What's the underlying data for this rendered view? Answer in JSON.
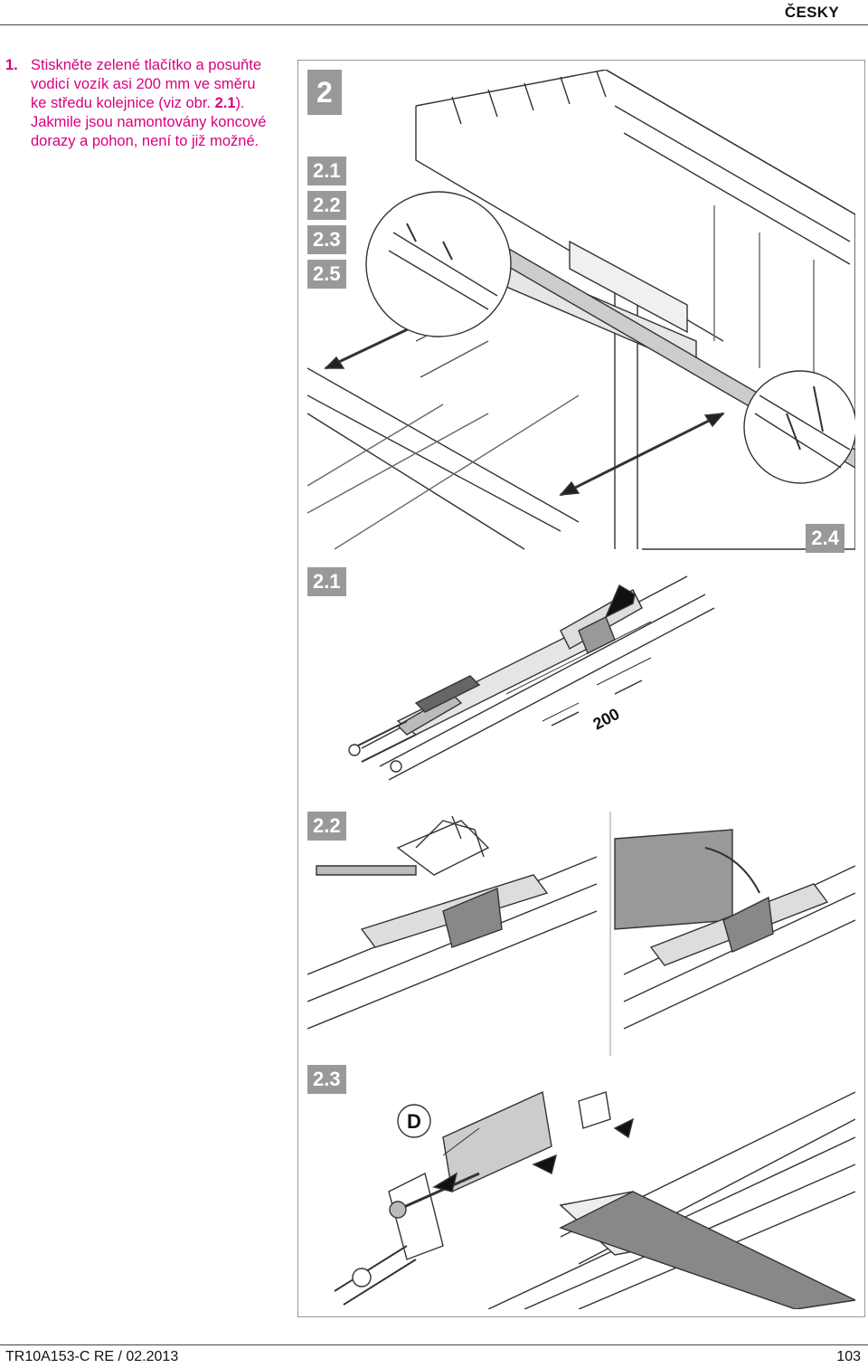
{
  "header": {
    "language": "ČESKY"
  },
  "instruction": {
    "number": "1.",
    "line1": "Stiskněte zelené tlačítko a posuňte",
    "line2": "vodicí vozík asi 200 mm ve směru",
    "line3_pre": "ke středu kolejnice (viz obr. ",
    "line3_ref": "2.1",
    "line3_post": ").",
    "line4": "Jakmile jsou namontovány koncové",
    "line5": "dorazy a pohon, není to již možné."
  },
  "figure": {
    "main_tag": "2",
    "sub_tags": [
      "2.1",
      "2.2",
      "2.3",
      "2.5"
    ],
    "tag_2_4": "2.4",
    "panel_2_1": {
      "tag": "2.1",
      "dimension": "200"
    },
    "panel_2_2": {
      "tag": "2.2"
    },
    "panel_2_3": {
      "tag": "2.3",
      "callout": "D"
    }
  },
  "footer": {
    "doc_code": "TR10A153-C  RE / 02.2013",
    "page": "103"
  },
  "colors": {
    "accent": "#d9007e",
    "tag_bg": "#999999"
  }
}
